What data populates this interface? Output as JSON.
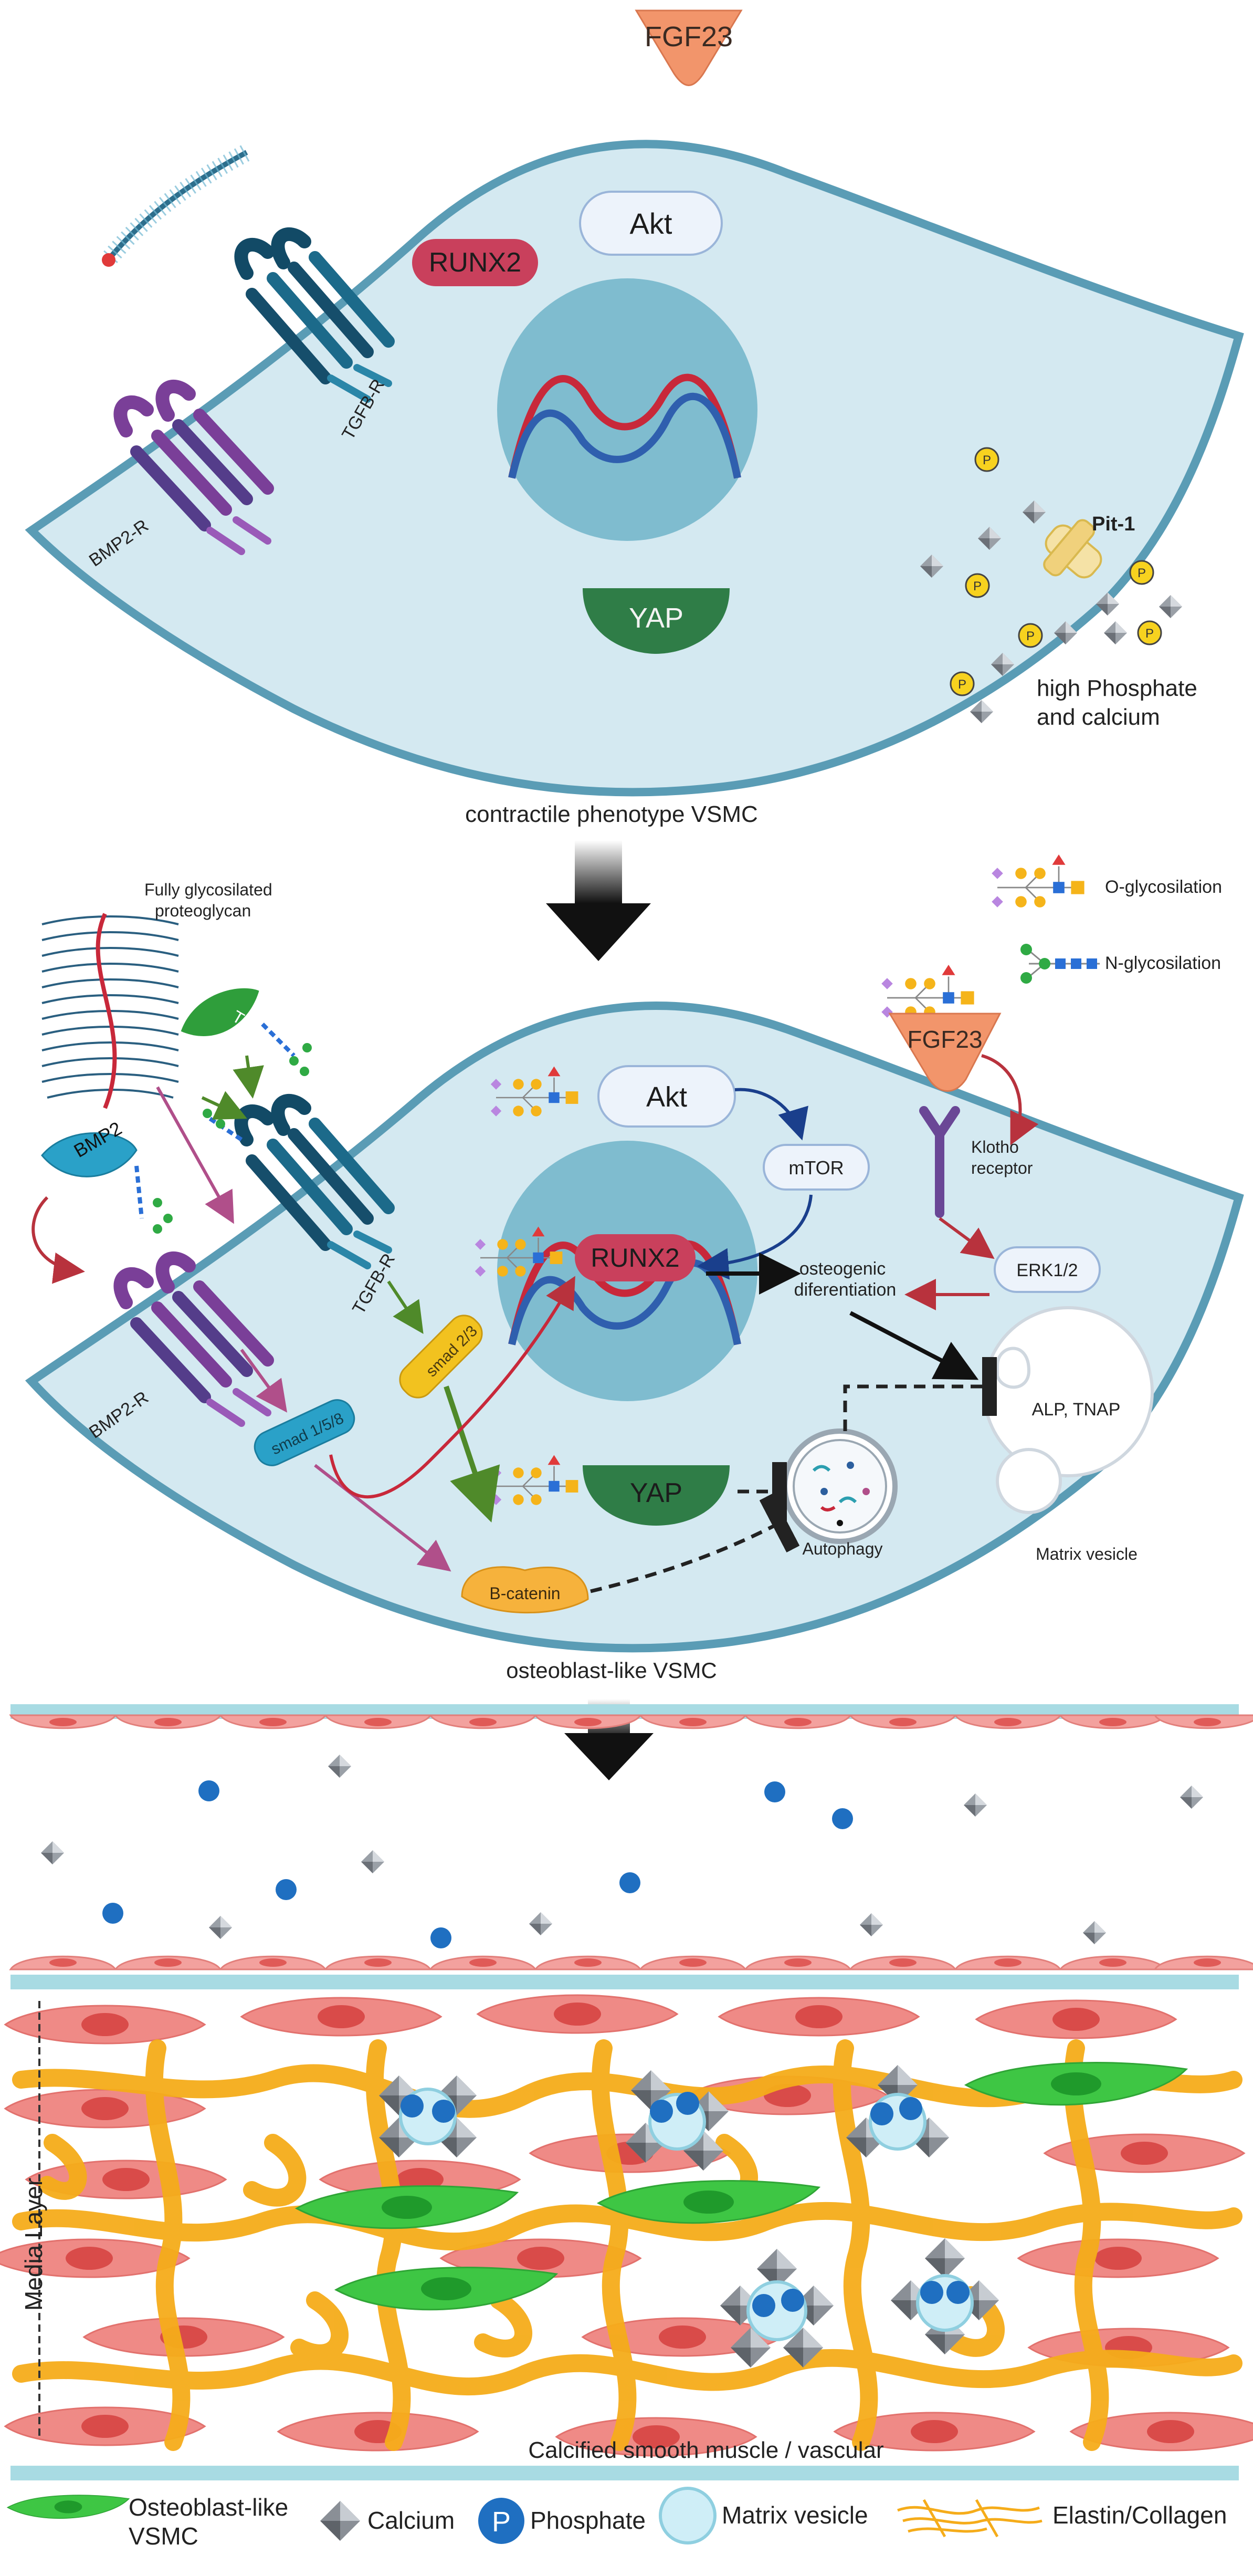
{
  "panel1": {
    "ligand": "FGF23",
    "nucleus_proteins": [
      "RUNX2",
      "Akt",
      "YAP"
    ],
    "receptors": {
      "bmp": "BMP2-R",
      "tgf": "TGFB-R",
      "pit": "Pit-1"
    },
    "phosphate_symbol": "P",
    "environment_line1": "high Phosphate",
    "environment_line2": "and calcium",
    "caption": "contractile phenotype VSMC"
  },
  "panel2": {
    "proteoglycan_line1": "Fully glycosilated",
    "proteoglycan_line2": "proteoglycan",
    "legend_o": "O-glycosilation",
    "legend_n": "N-glycosilation",
    "tgf": "TGF",
    "bmp2": "BMP2",
    "fgf23": "FGF23",
    "akt": "Akt",
    "mtor": "mTOR",
    "klotho_line1": "Klotho",
    "klotho_line2": "receptor",
    "runx2": "RUNX2",
    "osteo_line1": "osteogenic",
    "osteo_line2": "diferentiation",
    "erk": "ERK1/2",
    "alp": "ALP, TNAP",
    "tgfb_r": "TGFB-R",
    "bmp2_r": "BMP2-R",
    "smad23": "smad 2/3",
    "smad158": "smad 1/5/8",
    "yap": "YAP",
    "autophagy": "Autophagy",
    "matrix_vesicle": "Matrix vesicle",
    "bcatenin": "B-catenin",
    "caption": "osteoblast-like VSMC"
  },
  "panel3": {
    "media_layer": "Media Layer",
    "caption": "Calcified smooth muscle / vascular"
  },
  "legend": {
    "osteoblast_line1": "Osteoblast-like",
    "osteoblast_line2": "VSMC",
    "calcium": "Calcium",
    "phosphate": "Phosphate",
    "matrix_vesicle": "Matrix vesicle",
    "elastin": "Elastin/Collagen"
  },
  "colors": {
    "cell_fill": "#d4e9f1",
    "cell_border": "#5a9cb5",
    "nucleus": "#7fbccf",
    "runx2": "#c9405c",
    "yap": "#2f7d47",
    "fgf23": "#f2956b",
    "phosphate_blue": "#1f6fc1",
    "phosphate_yellow": "#f7d21f",
    "osteoblast_green": "#3ec644",
    "smooth_muscle": "#ef8a86",
    "elastin": "#f5ac1a",
    "vessel_wall": "#a8dbe3"
  }
}
